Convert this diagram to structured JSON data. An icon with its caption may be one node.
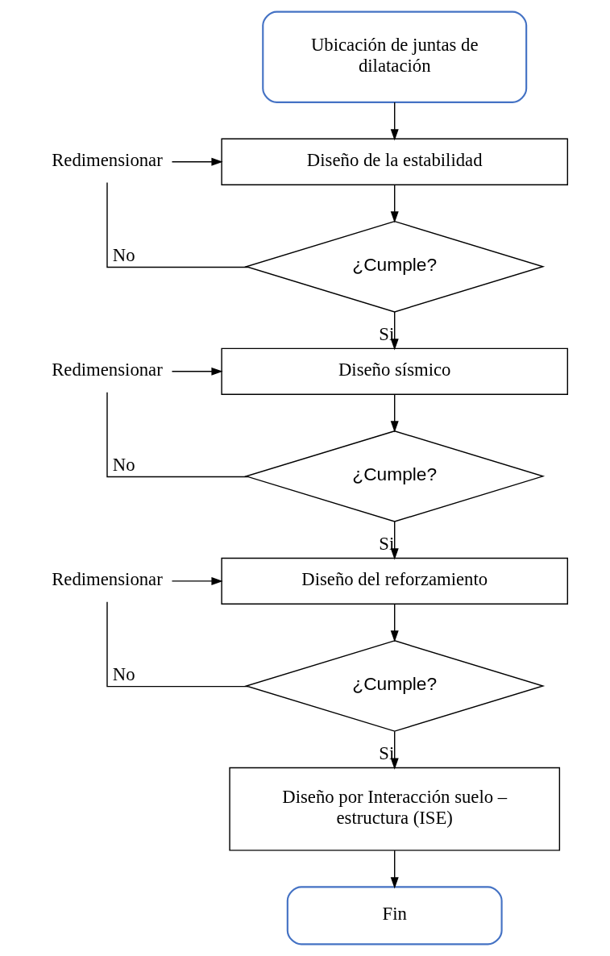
{
  "diagram": {
    "nodes": [
      {
        "text": [
          "Ubicación de juntas de dilatación"
        ]
      },
      {
        "text": [
          "Redimensionar"
        ]
      },
      {
        "text": [
          "Diseño de la estabilidad"
        ]
      },
      {
        "text": [
          "¿Cumple?"
        ]
      },
      {
        "text": [
          "Redimensionar"
        ]
      },
      {
        "text": [
          "Diseño sísmico"
        ]
      },
      {
        "text": [
          "¿Cumple?"
        ]
      },
      {
        "text": [
          "Redimensionar"
        ]
      },
      {
        "text": [
          "Diseño del reforzamiento"
        ]
      },
      {
        "text": [
          "¿Cumple?"
        ]
      },
      {
        "text": [
          "Diseño por Interacción suelo – estructura (ISE)"
        ]
      },
      {
        "text": [
          "Fin"
        ]
      }
    ],
    "edges": [
      {
        "from": 0,
        "to": 2,
        "arrow": "to"
      },
      {
        "from": 1,
        "to": 2,
        "arrow": "to"
      },
      {
        "from": 2,
        "to": 3,
        "arrow": "to"
      },
      {
        "from": 3,
        "to": 1,
        "arrow": "none",
        "label": "No"
      },
      {
        "from": 3,
        "to": 5,
        "arrow": "to",
        "label": "Si"
      },
      {
        "from": 4,
        "to": 5,
        "arrow": "to"
      },
      {
        "from": 5,
        "to": 6,
        "arrow": "to"
      },
      {
        "from": 6,
        "to": 4,
        "arrow": "none",
        "label": "No"
      },
      {
        "from": 6,
        "to": 8,
        "arrow": "to",
        "label": "Si"
      },
      {
        "from": 7,
        "to": 8,
        "arrow": "to"
      },
      {
        "from": 8,
        "to": 9,
        "arrow": "to"
      },
      {
        "from": 9,
        "to": 7,
        "arrow": "none",
        "label": "No"
      },
      {
        "from": 9,
        "to": 10,
        "arrow": "to",
        "label": "Si"
      },
      {
        "from": 10,
        "to": 11,
        "arrow": "to"
      }
    ]
  }
}
